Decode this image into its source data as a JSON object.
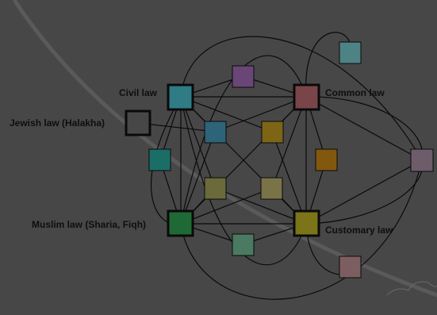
{
  "diagram": {
    "labels": {
      "civil": "Civil law",
      "common": "Common law",
      "jewish": "Jewish law (Halakha)",
      "muslim": "Muslim law (Sharia, Fiqh)",
      "customary": "Customary law"
    },
    "colors": {
      "background": "#474747",
      "arc": "#5a5a5a",
      "line": "#0a0a0a",
      "civil": "#2f7b86",
      "common": "#7a4548",
      "jewish": "#474747",
      "muslim": "#1f6a34",
      "customary": "#7b7418",
      "small_teal_top": "#4d8384",
      "small_purple": "#6a4677",
      "small_blue": "#2d6478",
      "small_amber": "#7d6516",
      "small_teal_left": "#1b6e66",
      "small_orange": "#82580f",
      "small_olive_left": "#6b6a3b",
      "small_olive_right": "#7a7348",
      "small_mauve_right": "#6d5d6b",
      "small_green": "#4a7a62",
      "small_pink": "#7d5e60"
    }
  }
}
